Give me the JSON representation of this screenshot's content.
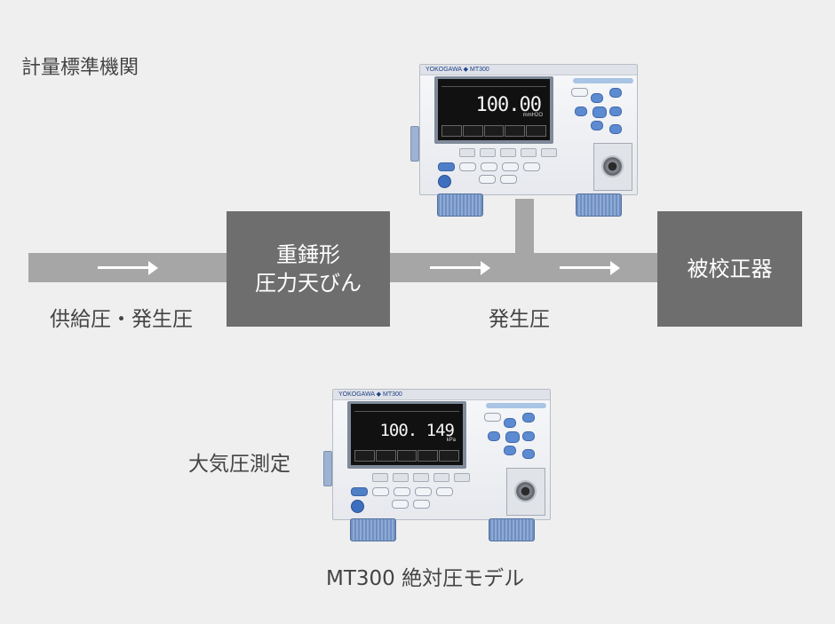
{
  "title": "計量標準機関",
  "flow": {
    "left_label": "供給圧・発生圧",
    "middle_label": "発生圧",
    "primary_standard_box": {
      "line1": "重錘形",
      "line2": "圧力天びん"
    },
    "target_box": "被校正器"
  },
  "instruments": [
    {
      "brand": "YOKOGAWA ◆ MT300",
      "reading": "100.00",
      "unit": "mmH2O"
    },
    {
      "brand": "YOKOGAWA ◆ MT300",
      "reading": "100. 149",
      "unit": "kPa"
    }
  ],
  "atmospheric_label": "大気圧測定",
  "model_caption": "MT300 絶対圧モデル",
  "colors": {
    "background": "#efefef",
    "pipe": "#a6a6a6",
    "box": "#6e6e6e",
    "text": "#444444"
  }
}
